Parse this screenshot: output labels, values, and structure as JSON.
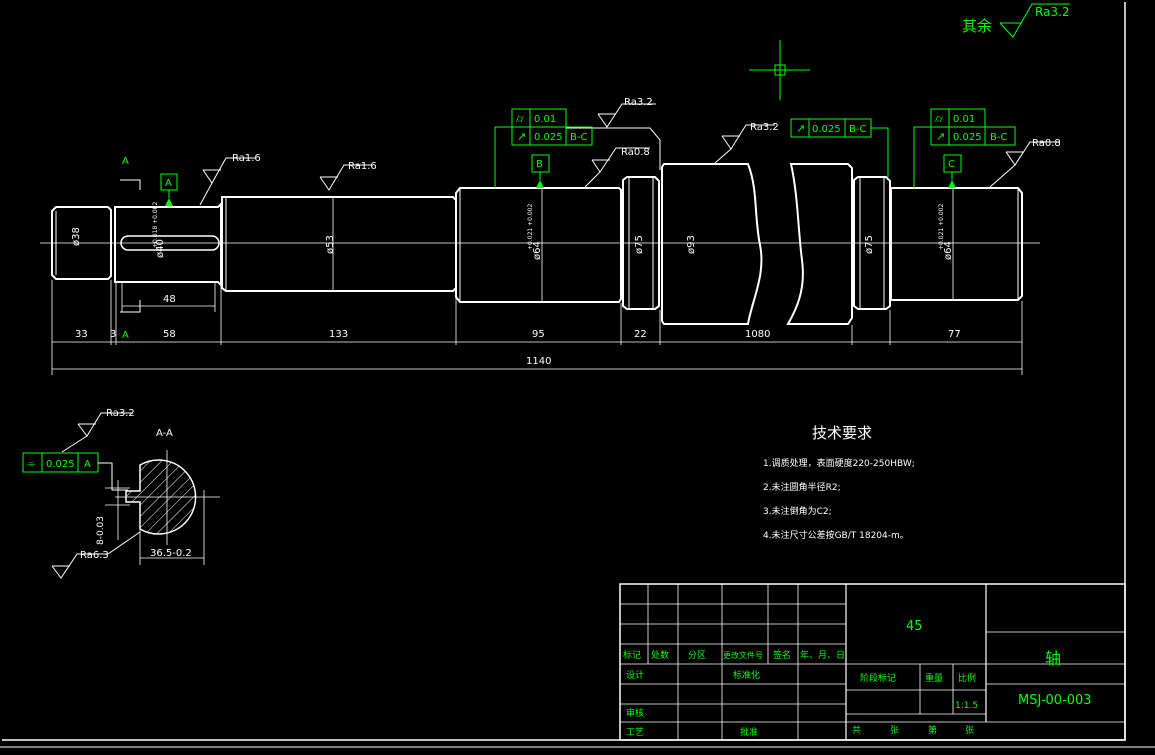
{
  "colors": {
    "background": "#000000",
    "lines": "#ffffff",
    "annotations": "#00ff00"
  },
  "general_roughness": {
    "label": "其余",
    "value": "Ra3.2"
  },
  "section_labels": {
    "a_top": "A",
    "a_bottom": "A",
    "section_title": "A-A"
  },
  "datums": {
    "a": "A",
    "b": "B",
    "c": "C"
  },
  "roughness": {
    "r1": "Ra1.6",
    "r2": "Ra1.6",
    "r3": "Ra3.2",
    "r4": "Ra0.8",
    "r5": "Ra3.2",
    "r6": "Ra0.8",
    "r7": "Ra3.2",
    "r8": "Ra6.3"
  },
  "tolerance_frames": {
    "left_cyl_value": "0.01",
    "left_runout_value": "0.025",
    "left_runout_datum": "B-C",
    "mid_runout_value": "0.025",
    "mid_runout_datum": "B-C",
    "right_cyl_value": "0.01",
    "right_runout_value": "0.025",
    "right_runout_datum": "B-C",
    "sym_value": "0.025",
    "sym_datum": "A"
  },
  "diameters": {
    "d38": "ø38",
    "d40": "ø40",
    "d40_tol": "+0.018 +0.002",
    "d53": "ø53",
    "d64a": "ø64",
    "d64a_tol": "+0.021 +0.002",
    "d75a": "ø75",
    "d93": "ø93",
    "d75b": "ø75",
    "d64b": "ø64",
    "d64b_tol": "+0.021 +0.002"
  },
  "lengths": {
    "l33": "33",
    "l3": "3",
    "l58": "58",
    "l48": "48",
    "l133": "133",
    "l95": "95",
    "l22": "22",
    "l1080": "1080",
    "l77": "77",
    "l1140": "1140"
  },
  "section_dims": {
    "keyway_depth": "8-0.03",
    "flat_width": "36.5-0.2"
  },
  "tech_requirements": {
    "heading": "技术要求",
    "items": [
      "1.调质处理，表面硬度220-250HBW;",
      "2.未注圆角半径R2;",
      "3.未注倒角为C2;",
      "4.未注尺寸公差按GB/T 18204-m。"
    ]
  },
  "title_block": {
    "material": "45",
    "part_name": "轴",
    "drawing_number": "MSJ-00-003",
    "header_row": [
      "标记",
      "处数",
      "分区",
      "更改文件号",
      "签名",
      "年、月、日"
    ],
    "design": "设计",
    "standardization": "标准化",
    "review": "审核",
    "process": "工艺",
    "approve": "批准",
    "stage_mark": "阶段标记",
    "weight": "重量",
    "scale_label": "比例",
    "scale_value": "1:1.5",
    "total_label": "共",
    "sheet_label": "张",
    "number_label": "第",
    "sheet_label2": "张"
  }
}
